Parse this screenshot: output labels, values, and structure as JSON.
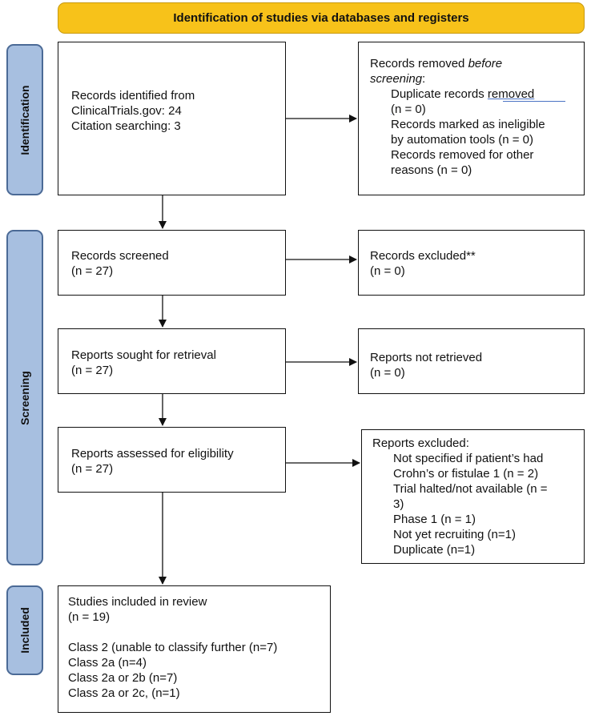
{
  "header": {
    "title": "Identification of studies via databases and registers"
  },
  "phases": {
    "identification": "Identification",
    "screening": "Screening",
    "included": "Included"
  },
  "identified": {
    "line1": "Records identified from",
    "line2": "ClinicalTrials.gov: 24",
    "line3": "Citation searching: 3"
  },
  "removed_before": {
    "title_prefix": "Records removed ",
    "title_emphasis": "before",
    "title_emphasis2": "screening",
    "title_suffix": ":",
    "dup_line1a": "Duplicate records ",
    "dup_line1b": "removed",
    "dup_line2a": "(",
    "dup_line2b": "n = 0)",
    "ineligible_line1": "Records marked as ineligible",
    "ineligible_line2": "by automation tools (n = 0)",
    "other_line1": "Records removed for other",
    "other_line2": "reasons (n = 0)"
  },
  "screened": {
    "line1": "Records screened",
    "line2": "(n = 27)"
  },
  "excluded": {
    "line1": "Records excluded**",
    "line2": "(n = 0)"
  },
  "sought": {
    "line1": "Reports sought for retrieval",
    "line2": "(n = 27)"
  },
  "not_retrieved": {
    "line1": "Reports not retrieved",
    "line2": "(n = 0)"
  },
  "assessed": {
    "line1": "Reports assessed for eligibility",
    "line2": "(n = 27)"
  },
  "reports_excluded": {
    "title": "Reports excluded:",
    "items": [
      "Not specified if patient’s had",
      "Crohn’s or fistulae 1 (n = 2)",
      "Trial halted/not available (n =",
      "3)",
      "Phase 1 (n = 1)",
      "Not yet recruiting (n=1)",
      "Duplicate (n=1)"
    ]
  },
  "included": {
    "line1": "Studies included in review",
    "line2": "(n = 19)",
    "classes": [
      "Class 2 (unable to classify further (n=7)",
      "Class 2a (n=4)",
      "Class 2a or 2b (n=7)",
      "Class 2a or 2c, (n=1)"
    ]
  }
}
